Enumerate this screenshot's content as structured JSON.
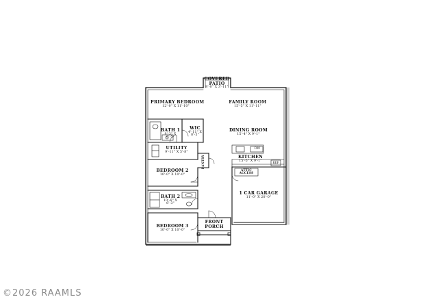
{
  "rooms": {
    "covered_patio": {
      "name": "COVERED PATIO",
      "dims": "8'-0\" X 3'-11\""
    },
    "primary_bedroom": {
      "name": "PRIMARY BEDROOM",
      "dims": "12'-0\" X 11'-10\""
    },
    "family_room": {
      "name": "FAMILY ROOM",
      "dims": "15'-5\" X 11'-11\""
    },
    "bath1": {
      "name": "BATH 1",
      "dims": "9'-3\" X 6'-5\""
    },
    "wic": {
      "name": "WIC",
      "dims": "4'-11\" X 8'-5\""
    },
    "dining_room": {
      "name": "DINING ROOM",
      "dims": "15'-4\" X 9'-1\""
    },
    "utility": {
      "name": "UTILITY",
      "dims": "9'-11\" X 5'-8\""
    },
    "kitchen": {
      "name": "KITCHEN",
      "dims": "15'-5\" X 9'-1\""
    },
    "pantry": {
      "name": "PANTRY"
    },
    "attic_access": {
      "name": "ATTIC ACCESS"
    },
    "bedroom2": {
      "name": "BEDROOM 2",
      "dims": "10'-0\" X 10'-0\""
    },
    "garage": {
      "name": "1 CAR GARAGE",
      "dims": "11'-0\" X 20'-0\""
    },
    "bath2": {
      "name": "BATH 2",
      "dims": "10'-6\" X 6'-3\""
    },
    "front_porch": {
      "name": "FRONT PORCH"
    },
    "bedroom3": {
      "name": "BEDROOM 3",
      "dims": "10'-0\" X 10'-0\""
    }
  },
  "fixtures": {
    "dishwasher": "DW",
    "refrigerator": "REF"
  },
  "copyright": "©2026 RAAMLS"
}
